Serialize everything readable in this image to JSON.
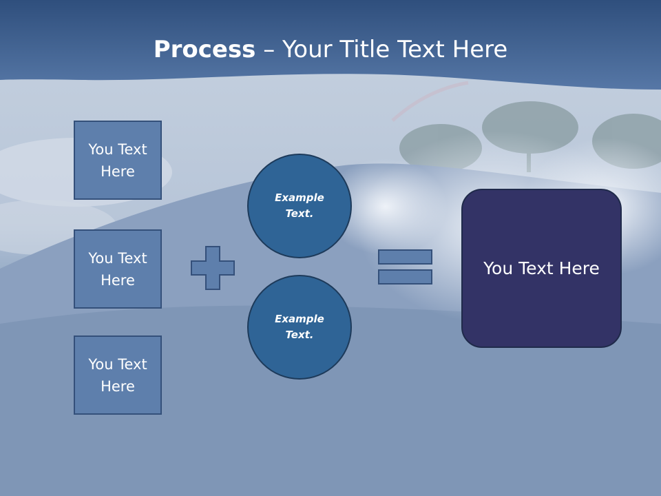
{
  "title": {
    "bold": "Process",
    "rest": " – Your Title Text Here"
  },
  "left_boxes": [
    {
      "line1": "You Text",
      "line2": "Here"
    },
    {
      "line1": "You Text",
      "line2": "Here"
    },
    {
      "line1": "You Text",
      "line2": "Here"
    }
  ],
  "circles": [
    {
      "line1": "Example",
      "line2": "Text."
    },
    {
      "line1": "Example",
      "line2": "Text."
    }
  ],
  "result_text": "You Text Here",
  "colors": {
    "box_fill": "#5e7fac",
    "circle_fill": "#2f6496",
    "result_fill": "#333366",
    "header_band": "#4a6a98"
  }
}
